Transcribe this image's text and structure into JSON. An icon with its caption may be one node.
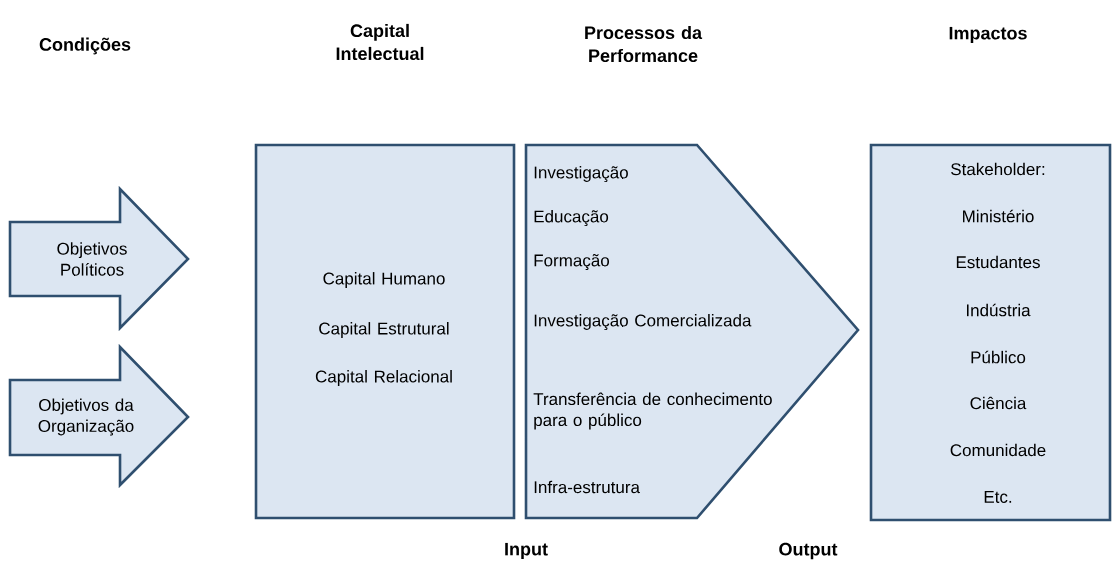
{
  "diagram": {
    "nodes": [
      {
        "text": [
          "Objetivos Políticos"
        ]
      },
      {
        "text": [
          "Objetivos da Organização"
        ]
      },
      {
        "text": [
          "Capital Humano",
          "Capital Estrutural",
          "Capital Relacional"
        ]
      },
      {
        "text": [
          "Investigação",
          "Educação",
          "Formação",
          "Investigação Comercializada",
          "Transferência de conhecimento para o público",
          "Infra-estrutura"
        ]
      },
      {
        "text": [
          "Stakeholder:",
          "Ministério",
          "Estudantes",
          "Indústria",
          "Público",
          "Ciência",
          "Comunidade",
          "Etc."
        ]
      }
    ],
    "labels": [
      "Condições",
      "Capital Intelectual",
      "Processos da Performance",
      "Impactos",
      "Input",
      "Output"
    ]
  }
}
